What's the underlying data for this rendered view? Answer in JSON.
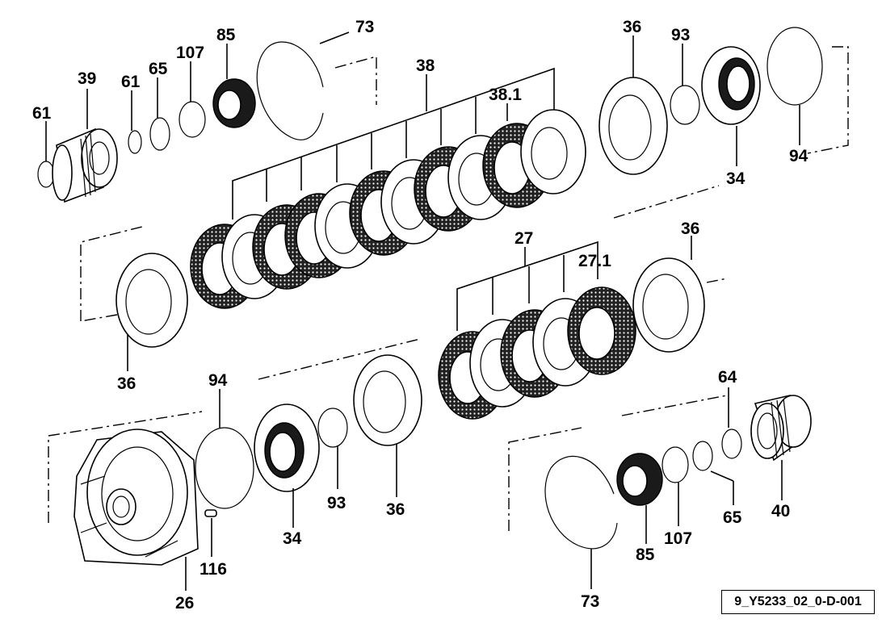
{
  "diagram": {
    "drawing_reference": "9_Y5233_02_0-D-001",
    "callouts": {
      "p61a": "61",
      "p39": "39",
      "p61b": "61",
      "p65a": "65",
      "p107a": "107",
      "p85a": "85",
      "p73a": "73",
      "p38": "38",
      "p381": "38.1",
      "p36a": "36",
      "p93a": "93",
      "p34a": "34",
      "p94a": "94",
      "p36b": "36",
      "p27": "27",
      "p271": "27.1",
      "p36c": "36",
      "p94b": "94",
      "p34b": "34",
      "p93b": "93",
      "p36d": "36",
      "p64": "64",
      "p40": "40",
      "p65b": "65",
      "p107b": "107",
      "p85b": "85",
      "p73b": "73",
      "p116": "116",
      "p26": "26"
    }
  }
}
